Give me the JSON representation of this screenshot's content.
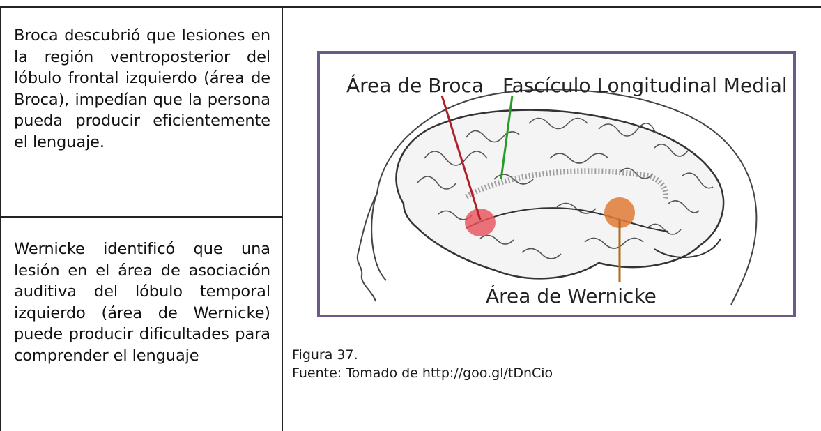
{
  "table": {
    "left_cells": [
      {
        "text": "Broca descubrió que lesiones en la región ventroposterior del lóbulo frontal izquierdo (área de Broca), impedían que la persona pueda producir eficientemente el lenguaje."
      },
      {
        "text": "Wernicke identificó que una lesión en el área de asociación auditiva del lóbulo temporal izquierdo (área de Wernicke) puede producir dificultades para comprender el lenguaje"
      }
    ]
  },
  "figure": {
    "labels": {
      "broca": "Área de Broca",
      "fasciculo": "Fascículo Longitudinal Medial",
      "wernicke": "Área de Wernicke"
    },
    "colors": {
      "frame": "#6a5a86",
      "broca_line": "#b01f2a",
      "broca_area": "#e8505a",
      "fasciculo_line": "#2a9a2a",
      "wernicke_line": "#b06a18",
      "wernicke_area": "#e07a35"
    },
    "caption": "Figura 37.",
    "source": "Fuente: Tomado de http://goo.gl/tDnCio"
  }
}
